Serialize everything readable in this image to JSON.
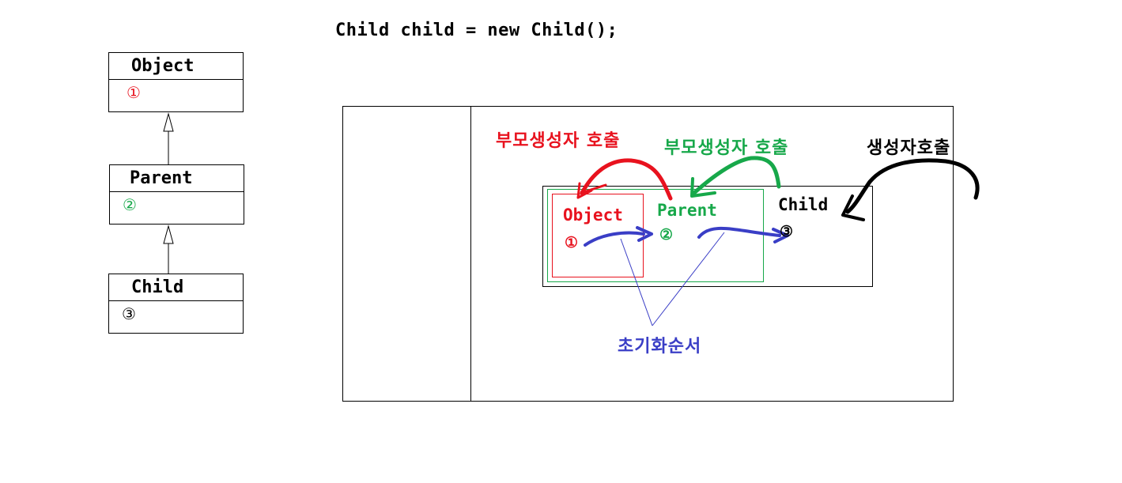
{
  "code_line": "Child child = new Child();",
  "uml": {
    "object": {
      "name": "Object",
      "marker": "①"
    },
    "parent": {
      "name": "Parent",
      "marker": "②"
    },
    "child": {
      "name": "Child",
      "marker": "③"
    }
  },
  "memory": {
    "object": {
      "name": "Object",
      "marker": "①"
    },
    "parent": {
      "name": "Parent",
      "marker": "②"
    },
    "child": {
      "name": "Child",
      "marker": "③"
    }
  },
  "annotations": {
    "parent_ctor_call_red": "부모생성자 호출",
    "parent_ctor_call_green": "부모생성자 호출",
    "ctor_call": "생성자호출",
    "init_order": "초기화순서"
  },
  "colors": {
    "red": "#e8121e",
    "green": "#17a84a",
    "blue": "#3a3ec6",
    "black": "#000000"
  }
}
